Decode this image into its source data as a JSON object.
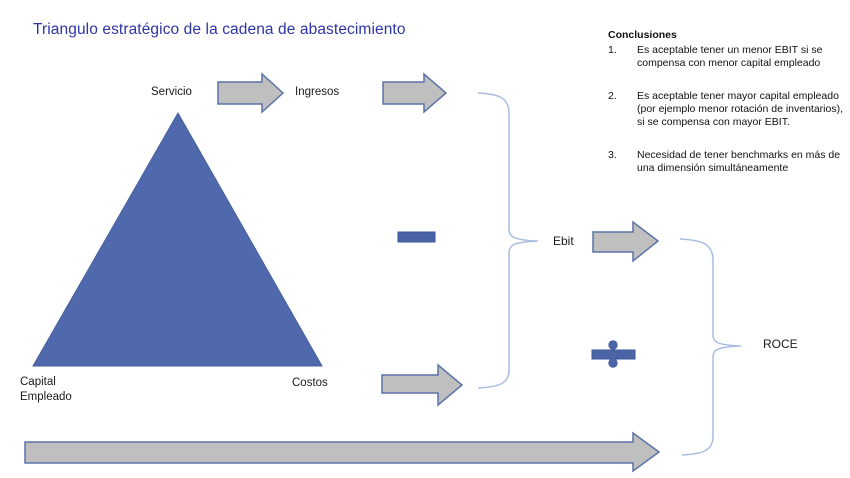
{
  "title": "Triangulo estratégico de la cadena de abastecimiento",
  "diagram": {
    "servicio": "Servicio",
    "ingresos": "Ingresos",
    "capital_line1": "Capital",
    "capital_line2": "Empleado",
    "costos": "Costos",
    "ebit": "Ebit",
    "roce": "ROCE"
  },
  "conclusions": {
    "heading": "Conclusiones",
    "items": [
      {
        "number": "1.",
        "text": "Es aceptable tener un menor EBIT si se compensa con menor capital empleado"
      },
      {
        "number": "2.",
        "text": "Es aceptable tener mayor capital empleado (por ejemplo menor rotación de inventarios), si se compensa con mayor EBIT."
      },
      {
        "number": "3.",
        "text": "Necesidad de tener benchmarks en más de una dimensión simultáneamente"
      }
    ]
  },
  "icons": {
    "minus_operator": "minus-icon",
    "divide_operator": "divide-icon"
  },
  "colors": {
    "title_text": "#2d35a6",
    "triangle_fill": "#4f69ac",
    "arrow_fill": "#bfbfbf",
    "arrow_border": "#5c73a8",
    "operator_blue": "#4a64a6",
    "operator_border": "#3d549b",
    "brace_stroke": "#aabde0",
    "body_text": "#1a1a1a"
  }
}
